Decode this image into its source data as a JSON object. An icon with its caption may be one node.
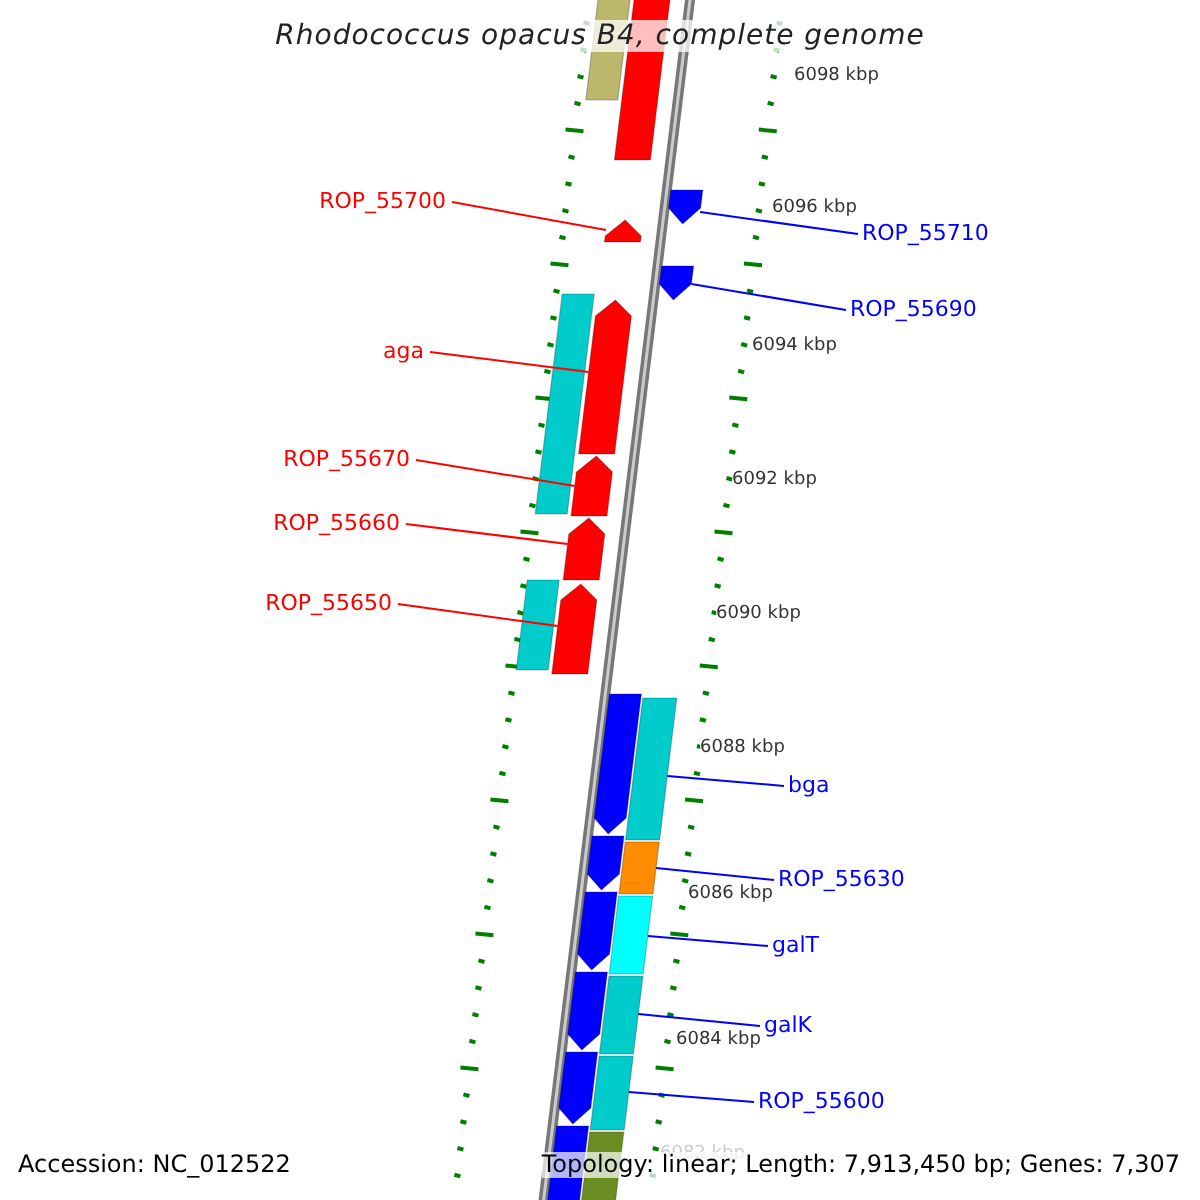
{
  "diagram": {
    "title": "Rhodococcus opacus B4, complete genome",
    "nodes": [
      {
        "text": [
          "ROP_55700"
        ]
      },
      {
        "text": [
          "ROP_55710"
        ]
      },
      {
        "text": [
          "ROP_55690"
        ]
      },
      {
        "text": [
          "aga"
        ]
      },
      {
        "text": [
          "ROP_55670"
        ]
      },
      {
        "text": [
          "ROP_55660"
        ]
      },
      {
        "text": [
          "ROP_55650"
        ]
      },
      {
        "text": [
          "bga"
        ]
      },
      {
        "text": [
          "ROP_55630"
        ]
      },
      {
        "text": [
          "galT"
        ]
      },
      {
        "text": [
          "galK"
        ]
      },
      {
        "text": [
          "ROP_55600"
        ]
      },
      {
        "text": [],
        "shape": "bar"
      },
      {
        "text": [],
        "shape": "arrow"
      },
      {
        "text": [],
        "shape": "arrow"
      },
      {
        "text": [],
        "shape": "arrow"
      },
      {
        "text": [],
        "shape": "arrow"
      },
      {
        "text": [],
        "shape": "bar"
      },
      {
        "text": [],
        "shape": "arrow"
      },
      {
        "text": [],
        "shape": "arrow"
      },
      {
        "text": [],
        "shape": "arrow"
      },
      {
        "text": [],
        "shape": "bar"
      },
      {
        "text": [],
        "shape": "arrow"
      },
      {
        "text": [],
        "shape": "arrow"
      },
      {
        "text": [],
        "shape": "bar"
      },
      {
        "text": [],
        "shape": "arrow"
      },
      {
        "text": [],
        "shape": "bar"
      },
      {
        "text": [],
        "shape": "arrow"
      },
      {
        "text": [],
        "shape": "bar"
      },
      {
        "text": [],
        "shape": "arrow"
      },
      {
        "text": [],
        "shape": "bar"
      },
      {
        "text": [],
        "shape": "arrow"
      },
      {
        "text": [],
        "shape": "bar"
      },
      {
        "text": [],
        "shape": "arrow"
      },
      {
        "text": [],
        "shape": "bar"
      }
    ],
    "edges": [
      {
        "from": 0,
        "to": 15,
        "arrow": "none",
        "color": "#ff0000"
      },
      {
        "from": 1,
        "to": 14,
        "arrow": "none",
        "color": "#0000ff"
      },
      {
        "from": 2,
        "to": 16,
        "arrow": "none",
        "color": "#0000ff"
      },
      {
        "from": 3,
        "to": 18,
        "arrow": "none",
        "color": "#ff0000"
      },
      {
        "from": 4,
        "to": 19,
        "arrow": "none",
        "color": "#ff0000"
      },
      {
        "from": 5,
        "to": 20,
        "arrow": "none",
        "color": "#ff0000"
      },
      {
        "from": 6,
        "to": 22,
        "arrow": "none",
        "color": "#ff0000"
      },
      {
        "from": 7,
        "to": 24,
        "arrow": "none",
        "color": "#0000ff"
      },
      {
        "from": 8,
        "to": 26,
        "arrow": "none",
        "color": "#0000ff"
      },
      {
        "from": 9,
        "to": 28,
        "arrow": "none",
        "color": "#0000ff"
      },
      {
        "from": 10,
        "to": 30,
        "arrow": "none",
        "color": "#0000ff"
      },
      {
        "from": 11,
        "to": 32,
        "arrow": "none",
        "color": "#0000ff"
      }
    ],
    "labels": [
      "6098 kbp",
      "6096 kbp",
      "6094 kbp",
      "6092 kbp",
      "6090 kbp",
      "6088 kbp",
      "6086 kbp",
      "6084 kbp",
      "6082 kbp",
      "Accession: NC_012522",
      "Topology: linear; Length: 7,913,450 bp; Genes: 7,307"
    ]
  }
}
